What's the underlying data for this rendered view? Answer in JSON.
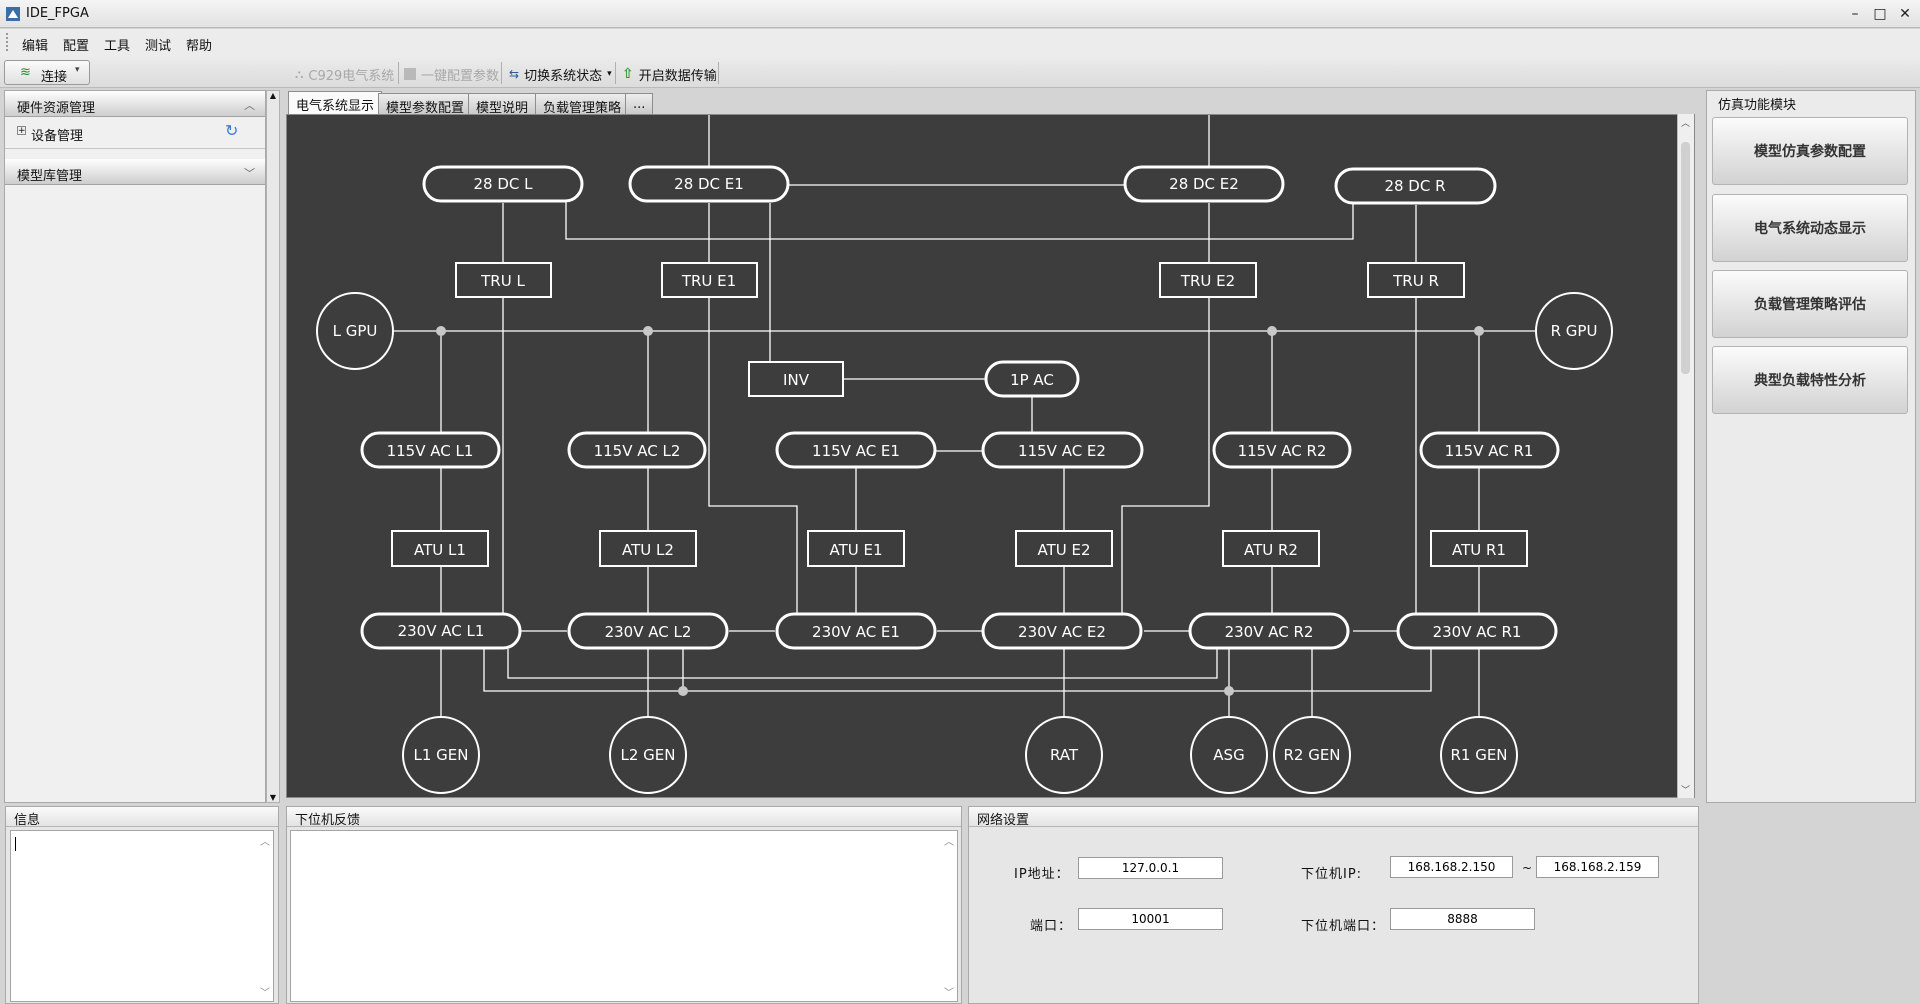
{
  "window": {
    "title": "IDE_FPGA",
    "controls": [
      "–",
      "□",
      "✕"
    ]
  },
  "menu": [
    "编辑",
    "配置",
    "工具",
    "测试",
    "帮助"
  ],
  "toolbar": {
    "connect_label": "连接",
    "sys_label": "C929电气系统",
    "config_label": "一键配置参数",
    "switch_label": "切换系统状态",
    "transfer_label": "开启数据传输"
  },
  "left_panel": {
    "hardware_title": "硬件资源管理",
    "device_item": "设备管理",
    "model_title": "模型库管理"
  },
  "tabs": [
    "电气系统显示",
    "模型参数配置",
    "模型说明",
    "负载管理策略",
    "..."
  ],
  "right_panel": {
    "title": "仿真功能模块",
    "buttons": [
      "模型仿真参数配置",
      "电气系统动态显示",
      "负载管理策略评估",
      "典型负载特性分析"
    ]
  },
  "info": {
    "title": "信息"
  },
  "feedback": {
    "title": "下位机反馈"
  },
  "network": {
    "title": "网络设置",
    "ip_label": "IP地址：",
    "ip_value": "127.0.0.1",
    "lower_ip_label": "下位机IP:",
    "lower_ip_start": "168.168.2.150",
    "range_sep": "~",
    "lower_ip_end": "168.168.2.159",
    "port_label": "端口：",
    "port_value": "10001",
    "lower_port_label": "下位机端口：",
    "lower_port_value": "8888"
  },
  "diagram": {
    "nodes": {
      "dc_l": "28 DC L",
      "dc_e1": "28 DC E1",
      "dc_e2": "28 DC E2",
      "dc_r": "28 DC R",
      "tru_l": "TRU L",
      "tru_e1": "TRU E1",
      "tru_e2": "TRU E2",
      "tru_r": "TRU R",
      "l_gpu": "L GPU",
      "r_gpu": "R GPU",
      "inv": "INV",
      "ac_1p": "1P AC",
      "ac115_l1": "115V AC L1",
      "ac115_l2": "115V AC L2",
      "ac115_e1": "115V AC E1",
      "ac115_e2": "115V AC E2",
      "ac115_r2": "115V AC R2",
      "ac115_r1": "115V AC R1",
      "atu_l1": "ATU L1",
      "atu_l2": "ATU L2",
      "atu_e1": "ATU E1",
      "atu_e2": "ATU E2",
      "atu_r2": "ATU R2",
      "atu_r1": "ATU R1",
      "ac230_l1": "230V AC L1",
      "ac230_l2": "230V AC L2",
      "ac230_e1": "230V AC E1",
      "ac230_e2": "230V AC E2",
      "ac230_r2": "230V AC R2",
      "ac230_r1": "230V AC R1",
      "l1_gen": "L1 GEN",
      "l2_gen": "L2 GEN",
      "rat": "RAT",
      "asg": "ASG",
      "r2_gen": "R2 GEN",
      "r1_gen": "R1 GEN"
    }
  }
}
